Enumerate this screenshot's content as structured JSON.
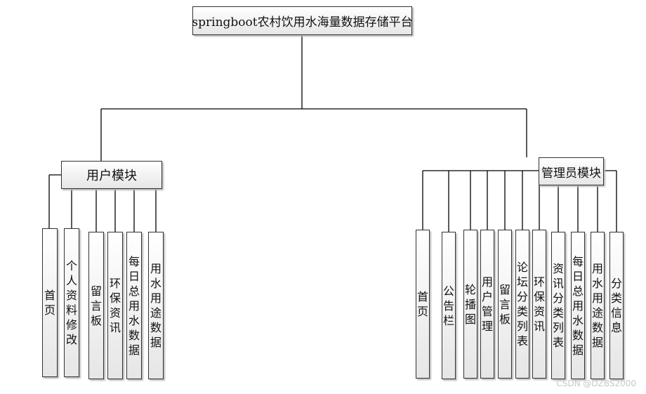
{
  "root": {
    "label": "springboot农村饮用水海量数据存储平台"
  },
  "user_module": {
    "label": "用户模块",
    "children": [
      "首页",
      "个人资料修改",
      "留言板",
      "环保资讯",
      "每日总用水数据",
      "用水用途数据"
    ]
  },
  "admin_module": {
    "label": "管理员模块",
    "children": [
      "首页",
      "公告栏",
      "轮播图",
      "用户管理",
      "留言板",
      "论坛分类列表",
      "环保资讯",
      "资讯分类列表",
      "每日总用水数据",
      "用水用途数据",
      "分类信息"
    ]
  },
  "watermark": "CSDN @DZBS2000"
}
